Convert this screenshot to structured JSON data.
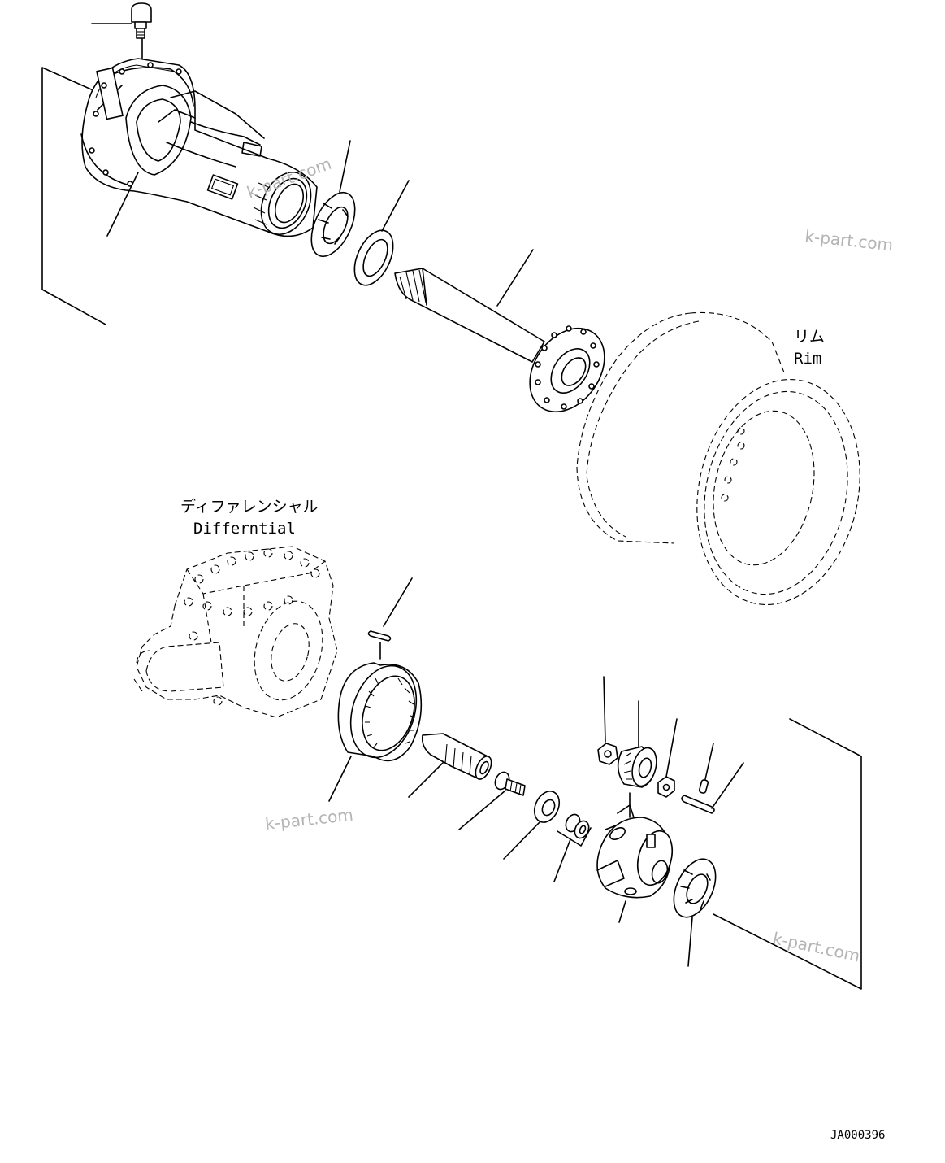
{
  "labels": {
    "rim_jp": "リム",
    "rim_en": "Rim",
    "differential_jp": "ディファレンシャル",
    "differential_en": "Differntial",
    "drawing_code": "JA000396"
  },
  "watermarks": [
    "k-part.com",
    "k-part.com",
    "k-part.com",
    "k-part.com"
  ]
}
